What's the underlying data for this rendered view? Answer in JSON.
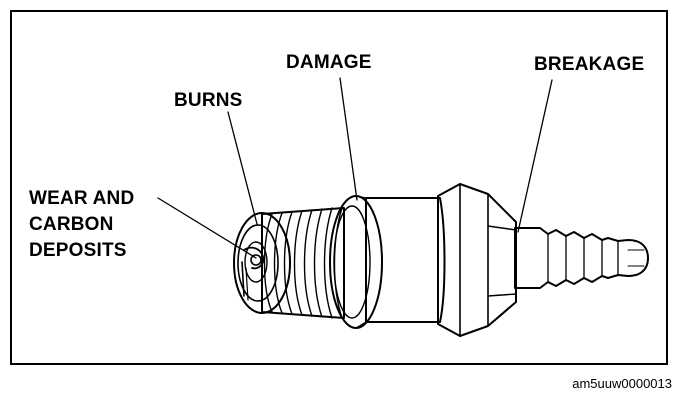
{
  "labels": {
    "damage": "DAMAGE",
    "breakage": "BREAKAGE",
    "burns": "BURNS",
    "wear_line1": "WEAR AND",
    "wear_line2": "CARBON",
    "wear_line3": "DEPOSITS"
  },
  "figure_id": "am5uuw0000013",
  "colors": {
    "ink": "#000000",
    "background": "#ffffff"
  }
}
